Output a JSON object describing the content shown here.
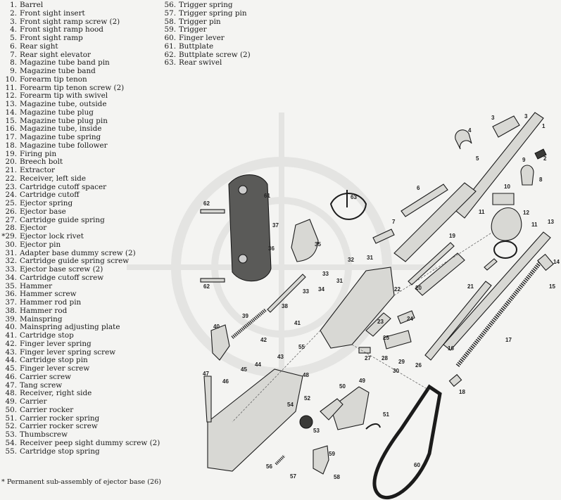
{
  "legend_left": [
    {
      "n": "1.",
      "label": "Barrel"
    },
    {
      "n": "2.",
      "label": "Front sight insert"
    },
    {
      "n": "3.",
      "label": "Front sight ramp screw (2)"
    },
    {
      "n": "4.",
      "label": "Front sight ramp hood"
    },
    {
      "n": "5.",
      "label": "Front sight ramp"
    },
    {
      "n": "6.",
      "label": "Rear sight"
    },
    {
      "n": "7.",
      "label": "Rear sight elevator"
    },
    {
      "n": "8.",
      "label": "Magazine tube band pin"
    },
    {
      "n": "9.",
      "label": "Magazine tube band"
    },
    {
      "n": "10.",
      "label": "Forearm tip tenon"
    },
    {
      "n": "11.",
      "label": "Forearm tip tenon screw (2)"
    },
    {
      "n": "12.",
      "label": "Forearm tip with swivel"
    },
    {
      "n": "13.",
      "label": "Magazine tube, outside"
    },
    {
      "n": "14.",
      "label": "Magazine tube plug"
    },
    {
      "n": "15.",
      "label": "Magazine tube plug pin"
    },
    {
      "n": "16.",
      "label": "Magazine tube, inside"
    },
    {
      "n": "17.",
      "label": "Magazine tube spring"
    },
    {
      "n": "18.",
      "label": "Magazine tube follower"
    },
    {
      "n": "19.",
      "label": "Firing pin"
    },
    {
      "n": "20.",
      "label": "Breech bolt"
    },
    {
      "n": "21.",
      "label": "Extractor"
    },
    {
      "n": "22.",
      "label": "Receiver, left side"
    },
    {
      "n": "23.",
      "label": "Cartridge cutoff spacer"
    },
    {
      "n": "24.",
      "label": "Cartridge cutoff"
    },
    {
      "n": "25.",
      "label": "Ejector spring"
    },
    {
      "n": "26.",
      "label": "Ejector base"
    },
    {
      "n": "27.",
      "label": "Cartridge guide spring"
    },
    {
      "n": "28.",
      "label": "Ejector"
    },
    {
      "n": "*29.",
      "label": "Ejector lock rivet"
    },
    {
      "n": "30.",
      "label": "Ejector pin"
    },
    {
      "n": "31.",
      "label": "Adapter base dummy screw (2)"
    },
    {
      "n": "32.",
      "label": "Cartridge guide spring screw"
    },
    {
      "n": "33.",
      "label": "Ejector base screw (2)"
    },
    {
      "n": "34.",
      "label": "Cartridge cutoff screw"
    },
    {
      "n": "35.",
      "label": "Hammer"
    },
    {
      "n": "36.",
      "label": "Hammer screw"
    },
    {
      "n": "37.",
      "label": "Hammer rod pin"
    },
    {
      "n": "38.",
      "label": "Hammer rod"
    },
    {
      "n": "39.",
      "label": "Mainspring"
    },
    {
      "n": "40.",
      "label": "Mainspring adjusting plate"
    },
    {
      "n": "41.",
      "label": "Cartridge stop"
    },
    {
      "n": "42.",
      "label": "Finger lever spring"
    },
    {
      "n": "43.",
      "label": "Finger lever spring screw"
    },
    {
      "n": "44.",
      "label": "Cartridge stop pin"
    },
    {
      "n": "45.",
      "label": "Finger lever screw"
    },
    {
      "n": "46.",
      "label": "Carrier screw"
    },
    {
      "n": "47.",
      "label": "Tang screw"
    },
    {
      "n": "48.",
      "label": "Receiver, right side"
    },
    {
      "n": "49.",
      "label": "Carrier"
    },
    {
      "n": "50.",
      "label": "Carrier rocker"
    },
    {
      "n": "51.",
      "label": "Carrier rocker spring"
    },
    {
      "n": "52.",
      "label": "Carrier rocker screw"
    },
    {
      "n": "53.",
      "label": "Thumbscrew"
    },
    {
      "n": "54.",
      "label": "Receiver peep sight dummy screw (2)"
    },
    {
      "n": "55.",
      "label": "Cartridge stop spring"
    }
  ],
  "legend_right": [
    {
      "n": "56.",
      "label": "Trigger spring"
    },
    {
      "n": "57.",
      "label": "Trigger spring pin"
    },
    {
      "n": "58.",
      "label": "Trigger pin"
    },
    {
      "n": "59.",
      "label": "Trigger"
    },
    {
      "n": "60.",
      "label": "Finger lever"
    },
    {
      "n": "61.",
      "label": "Buttplate"
    },
    {
      "n": "62.",
      "label": "Buttplate screw (2)"
    },
    {
      "n": "63.",
      "label": "Rear swivel"
    }
  ],
  "footnote": "* Permanent sub-assembly of ejector base (26)",
  "callouts": [
    "1",
    "2",
    "3",
    "3",
    "4",
    "5",
    "6",
    "7",
    "8",
    "9",
    "10",
    "11",
    "11",
    "12",
    "13",
    "14",
    "15",
    "16",
    "17",
    "18",
    "19",
    "20",
    "21",
    "22",
    "23",
    "24",
    "25",
    "26",
    "27",
    "28",
    "29",
    "30",
    "31",
    "31",
    "32",
    "33",
    "33",
    "34",
    "35",
    "36",
    "37",
    "38",
    "39",
    "40",
    "41",
    "42",
    "43",
    "44",
    "45",
    "46",
    "47",
    "48",
    "49",
    "50",
    "51",
    "52",
    "53",
    "54",
    "55",
    "56",
    "57",
    "58",
    "59",
    "60",
    "61",
    "62",
    "62",
    "63"
  ]
}
